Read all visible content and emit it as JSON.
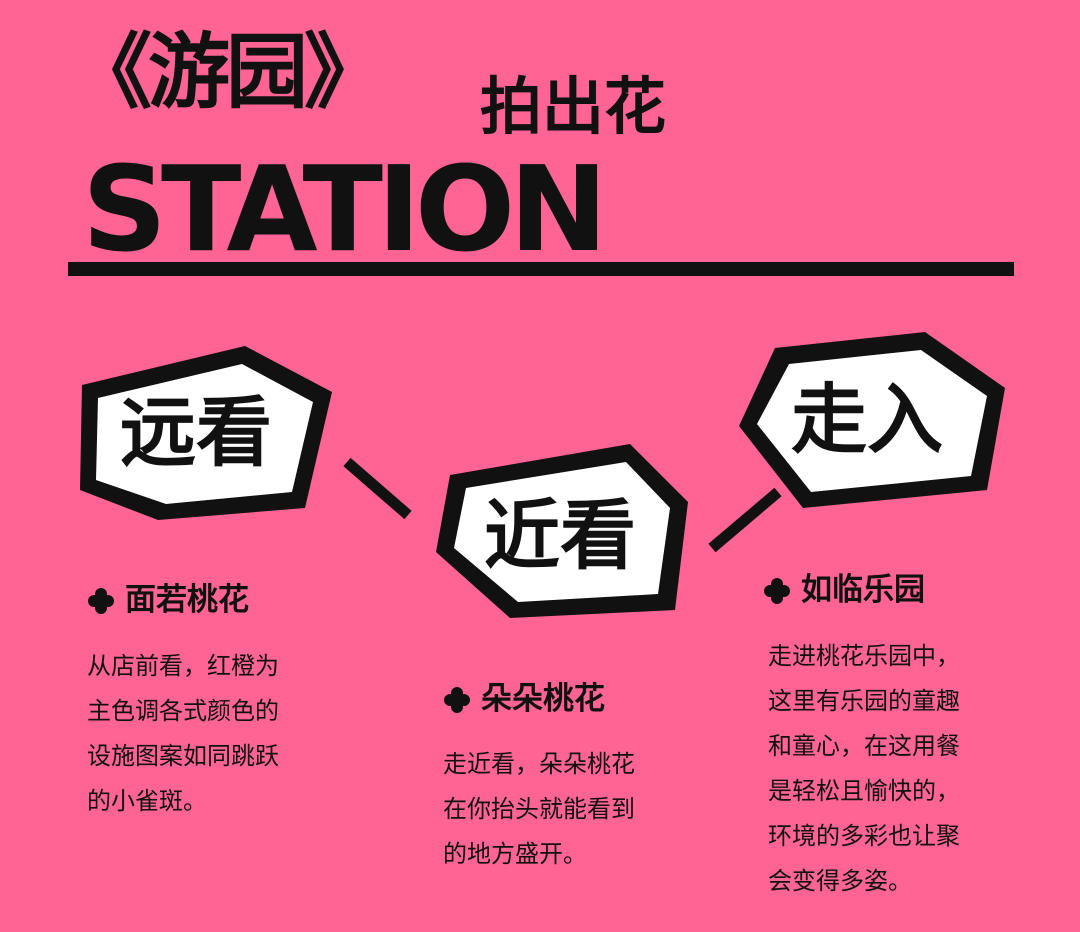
{
  "header": {
    "title_main": "《游园》",
    "title_sub": "拍出花",
    "station": "STATION"
  },
  "badges": [
    {
      "label": "远看"
    },
    {
      "label": "近看"
    },
    {
      "label": "走入"
    }
  ],
  "sections": [
    {
      "title": "面若桃花",
      "lines": [
        "从店前看，红橙为",
        "主色调各式颜色的",
        "设施图案如同跳跃",
        "的小雀斑。"
      ]
    },
    {
      "title": "朵朵桃花",
      "lines": [
        "走近看，朵朵桃花",
        "在你抬头就能看到",
        "的地方盛开。"
      ]
    },
    {
      "title": "如临乐园",
      "lines": [
        "走进桃花乐园中，",
        "这里有乐园的童趣",
        "和童心，在这用餐",
        "是轻松且愉快的，",
        "环境的多彩也让聚",
        "会变得多姿。"
      ]
    }
  ],
  "colors": {
    "background": "#ff6494",
    "ink": "#111111",
    "badge_fill": "#ffffff"
  },
  "icons": {
    "section_marker": "flower-icon"
  }
}
